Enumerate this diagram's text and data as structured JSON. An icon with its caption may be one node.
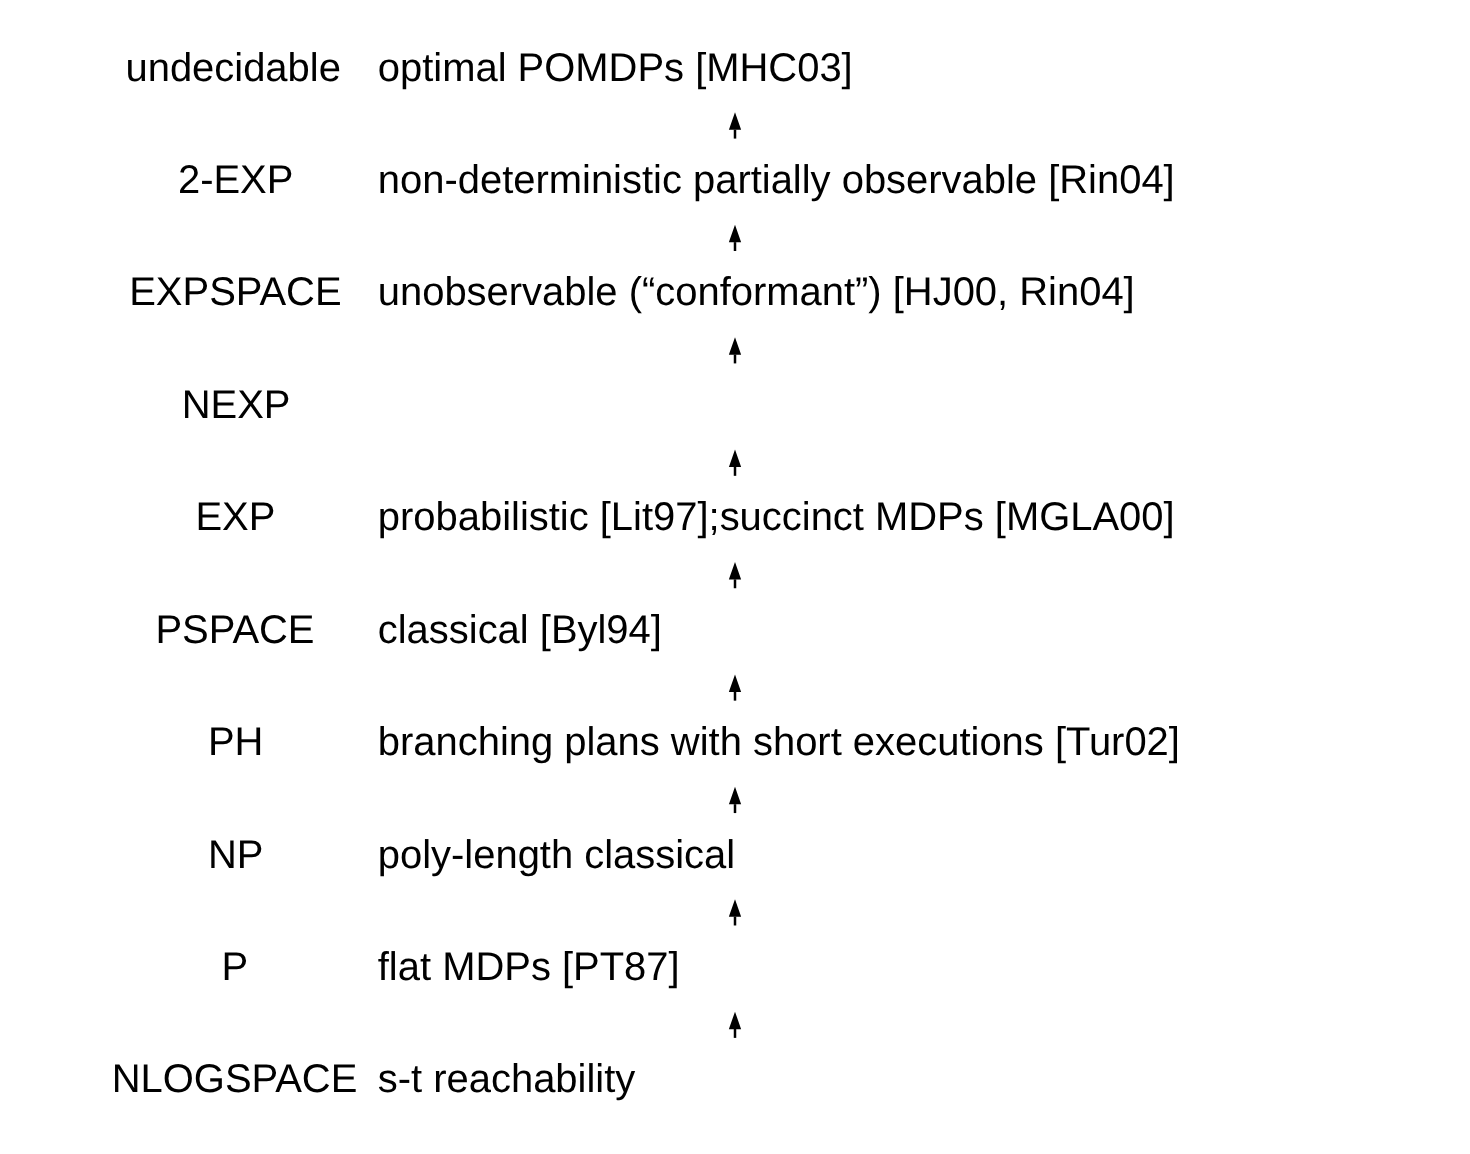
{
  "diagram": {
    "nodes": [
      {
        "text": [
          "undecidable"
        ],
        "beside": [
          "optimal POMDPs [MHC03]"
        ]
      },
      {
        "text": [
          "2-EXP"
        ],
        "beside": [
          "non-deterministic partially observable [Rin04]"
        ]
      },
      {
        "text": [
          "EXPSPACE"
        ],
        "beside": [
          "unobservable (“conformant”) [HJ00, Rin04]"
        ]
      },
      {
        "text": [
          "NEXP"
        ]
      },
      {
        "text": [
          "EXP"
        ],
        "beside": [
          "probabilistic [Lit97];succinct MDPs [MGLA00]"
        ]
      },
      {
        "text": [
          "PSPACE"
        ],
        "beside": [
          "classical [Byl94]"
        ]
      },
      {
        "text": [
          "PH"
        ],
        "beside": [
          "branching plans with short executions [Tur02]"
        ]
      },
      {
        "text": [
          "NP"
        ],
        "beside": [
          "poly-length classical"
        ]
      },
      {
        "text": [
          "P"
        ],
        "beside": [
          "flat MDPs [PT87]"
        ]
      },
      {
        "text": [
          "NLOGSPACE"
        ],
        "beside": [
          "s-t reachability"
        ]
      }
    ],
    "edges": [
      {
        "from": 9,
        "to": 8,
        "arrow": "to"
      },
      {
        "from": 8,
        "to": 7,
        "arrow": "to"
      },
      {
        "from": 7,
        "to": 6,
        "arrow": "to"
      },
      {
        "from": 6,
        "to": 5,
        "arrow": "to"
      },
      {
        "from": 5,
        "to": 4,
        "arrow": "to"
      },
      {
        "from": 4,
        "to": 3,
        "arrow": "to"
      },
      {
        "from": 3,
        "to": 2,
        "arrow": "to"
      },
      {
        "from": 2,
        "to": 1,
        "arrow": "to"
      },
      {
        "from": 1,
        "to": 0,
        "arrow": "to"
      }
    ]
  }
}
